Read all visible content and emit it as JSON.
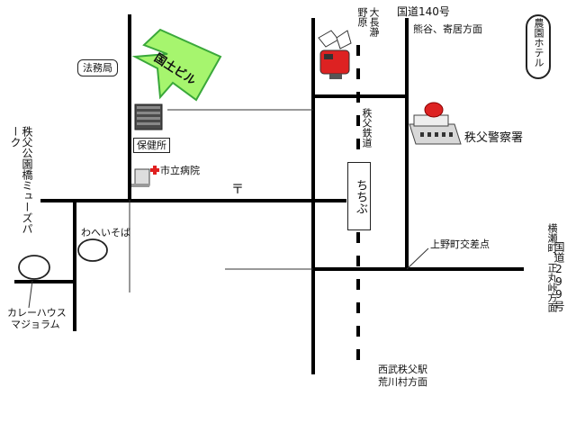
{
  "labels": {
    "houmukyoku": "法務局",
    "kokushi_biru": "国土ビル",
    "hokenjo": "保健所",
    "shiritsu_byouin": "市立病院",
    "post_mark": "〒",
    "museum_park": "秩父公園橋ミューズパーク",
    "waheisoba": "わへいそば",
    "curry_house_1": "カレーハウス",
    "curry_house_2": "マジョラム",
    "oonagatoro": "大長瀞野原",
    "route140": "国道140号",
    "kumagaya": "熊谷、寄居方面",
    "noen_hotel": "農園ホテル",
    "keisatsusho": "秩父警察署",
    "tetsudo": "秩父鉄道",
    "chichibu_station": "ちちぶ",
    "kamimachi": "上野町交差点",
    "route299": "国道299号",
    "yokoze": "横瀬町、正丸峠方面",
    "seibu_1": "西武秩父駅",
    "seibu_2": "荒川村方面"
  },
  "colors": {
    "road": "#000000",
    "thin_road": "#333333",
    "arrow_fill": "#a6f56e",
    "arrow_stroke": "#3aa83a",
    "police_red": "#dd2222",
    "hospital_cross": "#e02020"
  }
}
